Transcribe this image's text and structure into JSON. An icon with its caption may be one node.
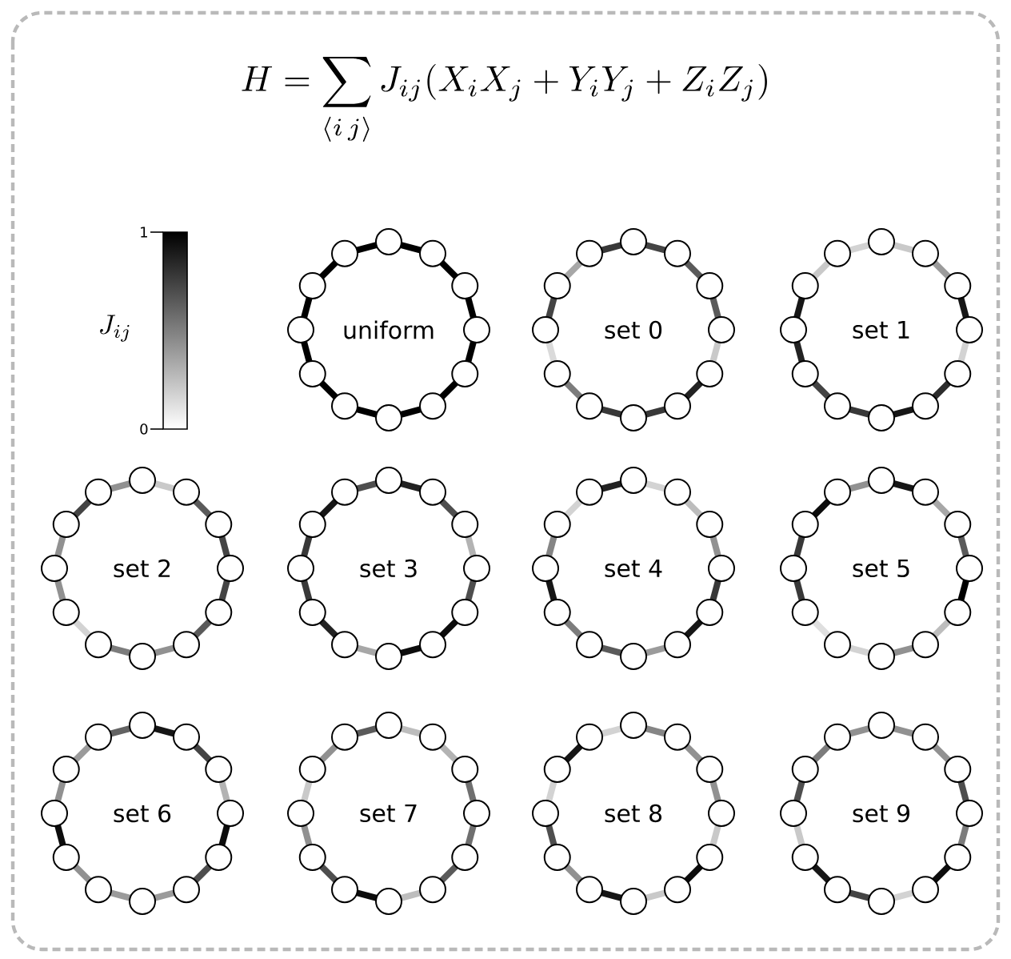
{
  "diagram": {
    "title": "H = \\sum_{\\langle i\\, j \\rangle} J_{ij}(X_i X_j + Y_i Y_j + Z_i Z_j)",
    "nodes": [
      {
        "text": [
          "uniform"
        ]
      },
      {
        "text": [
          "set 0"
        ]
      },
      {
        "text": [
          "set 1"
        ]
      },
      {
        "text": [
          "set 2"
        ]
      },
      {
        "text": [
          "set 3"
        ]
      },
      {
        "text": [
          "set 4"
        ]
      },
      {
        "text": [
          "set 5"
        ]
      },
      {
        "text": [
          "set 6"
        ]
      },
      {
        "text": [
          "set 7"
        ]
      },
      {
        "text": [
          "set 8"
        ]
      },
      {
        "text": [
          "set 9"
        ]
      }
    ],
    "labels": [
      "J_{ij}",
      "1",
      "0"
    ]
  }
}
